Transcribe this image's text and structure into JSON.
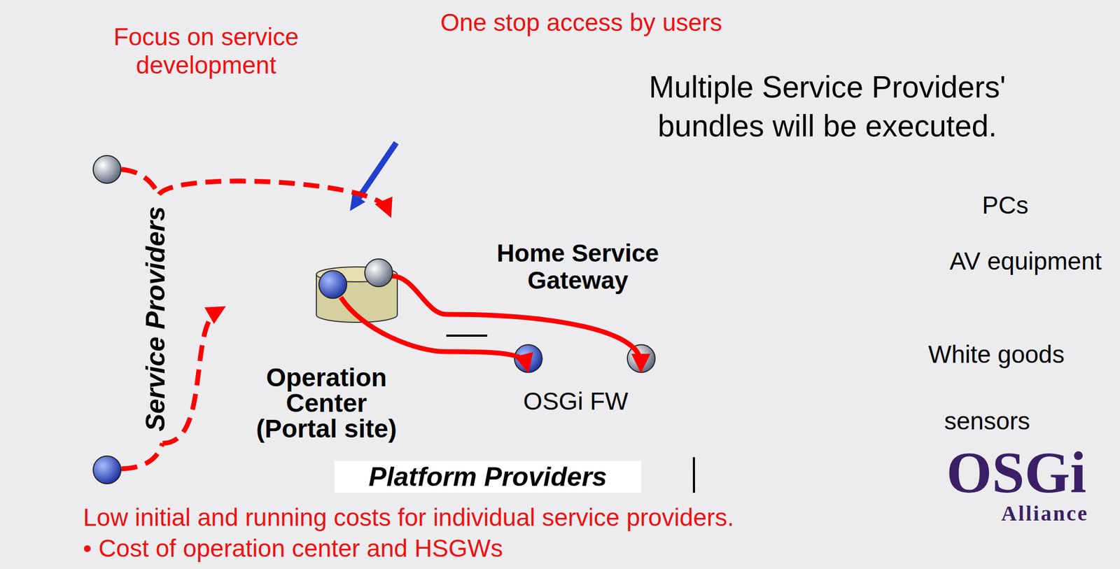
{
  "diagram": {
    "nodes": [
      {
        "text": [
          "Focus on service development"
        ]
      },
      {
        "text": [
          "One stop access by users"
        ]
      },
      {
        "text": [
          "Multiple Service Providers' bundles will be executed."
        ]
      },
      {
        "text": [
          "Service Providers"
        ]
      },
      {
        "text": [
          "Platform Providers"
        ]
      },
      {
        "text": [
          "Operation Center (Portal site)"
        ],
        "in": 4
      },
      {
        "text": [
          "Home Service Gateway"
        ],
        "in": 4
      },
      {
        "text": [
          "OSGi FW"
        ],
        "in": 6
      },
      {
        "text": [
          "Low initial and running costs for individual service providers.",
          "• Cost of operation center and HSGWs"
        ]
      }
    ],
    "edges": [
      {
        "from": 3,
        "to": 5,
        "arrow": "to"
      },
      {
        "from": 3,
        "to": 5,
        "arrow": "to"
      },
      {
        "from": 5,
        "to": 7,
        "arrow": "to"
      },
      {
        "from": 5,
        "to": 7,
        "arrow": "to"
      },
      {
        "from": 5,
        "to": 6,
        "arrow": "none"
      },
      {
        "from": 8,
        "to": 4,
        "arrow": "none"
      }
    ],
    "labels": [
      "PCs",
      "AV equipment",
      "White goods",
      "sensors",
      "OSGi",
      "Alliance"
    ]
  }
}
